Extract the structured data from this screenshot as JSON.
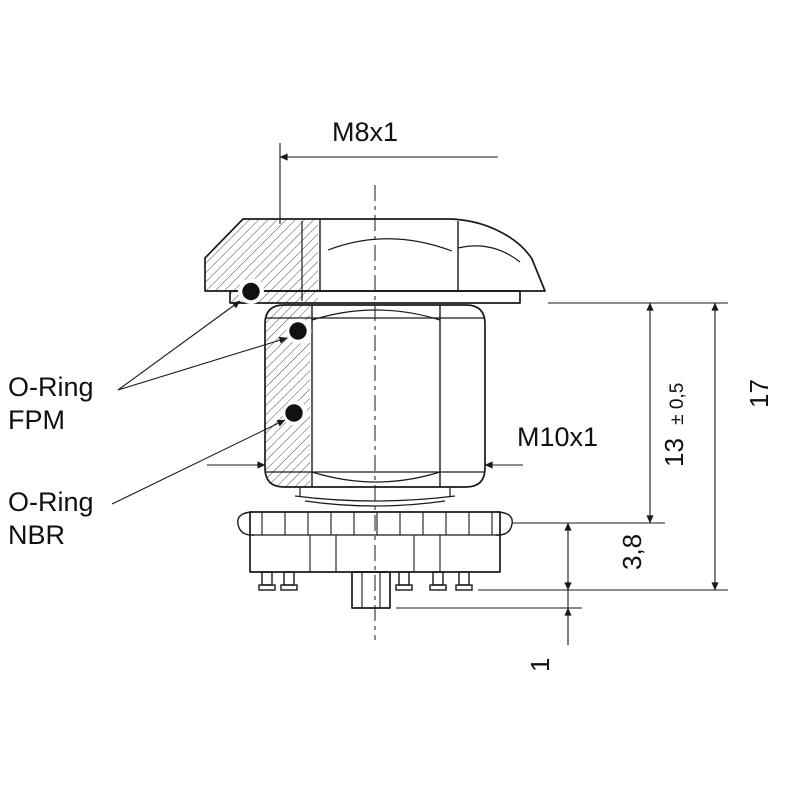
{
  "drawing": {
    "labels": {
      "thread_top": "M8x1",
      "thread_body": "M10x1",
      "oring_fpm_1": "O-Ring",
      "oring_fpm_2": "FPM",
      "oring_nbr_1": "O-Ring",
      "oring_nbr_2": "NBR"
    },
    "dimensions": {
      "total_height": "17",
      "installed_height": "13",
      "installed_height_tolerance": "± 0,5",
      "flange_height": "3,8",
      "pin_offset": "1"
    },
    "colors": {
      "line": "#1a1a1a",
      "background": "#ffffff",
      "oring_fill": "#111111"
    }
  }
}
